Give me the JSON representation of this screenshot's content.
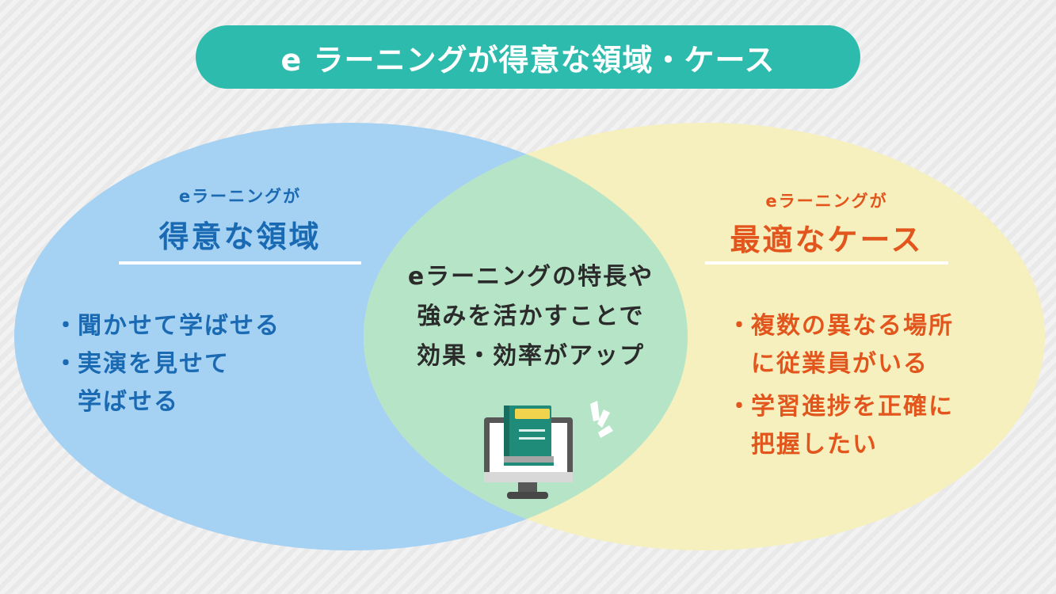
{
  "title": "e ラーニングが得意な領域・ケース",
  "left": {
    "subtitle": "eラーニングが",
    "heading": "得意な領域",
    "items": [
      {
        "bullet": "・",
        "lines": [
          "聞かせて学ばせる"
        ]
      },
      {
        "bullet": "・",
        "lines": [
          "実演を見せて",
          "学ばせる"
        ]
      }
    ]
  },
  "center": {
    "lines": [
      "eラーニングの特長や",
      "強みを活かすことで",
      "効果・効率がアップ"
    ],
    "icon": "computer-book-icon"
  },
  "right": {
    "subtitle": "eラーニングが",
    "heading": "最適なケース",
    "items": [
      {
        "bullet": "・",
        "lines": [
          "複数の異なる場所",
          "に従業員がいる"
        ]
      },
      {
        "bullet": "・",
        "lines": [
          "学習進捗を正確に",
          "把握したい"
        ]
      }
    ]
  },
  "colors": {
    "title_bg": "#2dbbae",
    "left_circle": "#a5d1f3",
    "right_circle": "#f6efbe",
    "overlap": "#b6e4c7",
    "left_text": "#1a6ab3",
    "right_text": "#e2561d"
  }
}
